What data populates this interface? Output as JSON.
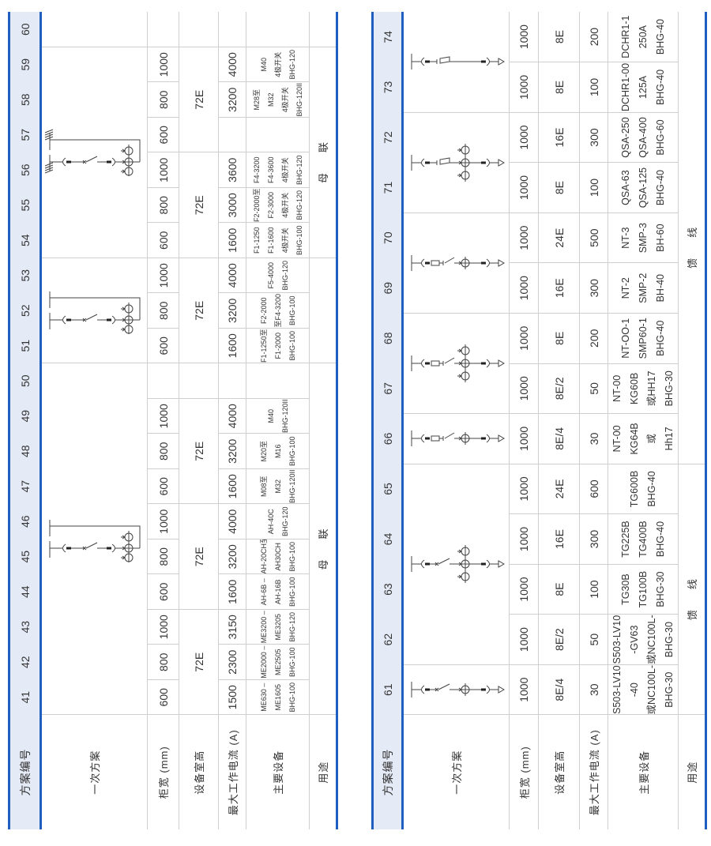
{
  "labels": {
    "scheme_no": "方案编号",
    "primary": "一次方案",
    "width": "柜宽 (mm)",
    "height": "设备室高",
    "current": "最大工作电流 (A)",
    "equipment": "主要设备",
    "usage": "用途"
  },
  "colors": {
    "accent": "#1f5fbf",
    "header_bg": "#e4eaf6",
    "grid": "#cfcfcf"
  },
  "tables": [
    {
      "numbers": [
        "41",
        "42",
        "43",
        "44",
        "45",
        "46",
        "47",
        "48",
        "49",
        "50",
        "51",
        "52",
        "53",
        "54",
        "55",
        "56",
        "57",
        "58",
        "59",
        "60"
      ],
      "primary": [
        {
          "span": 10,
          "diagram": "bus-coupler"
        },
        {
          "span": 3,
          "diagram": "bus-coupler"
        },
        {
          "span": 6,
          "diagram": "bus-coupler-hatched"
        },
        {
          "span": 1,
          "diagram": ""
        }
      ],
      "widths": [
        "600",
        "800",
        "1000",
        "600",
        "800",
        "1000",
        "600",
        "800",
        "1000",
        "",
        "600",
        "800",
        "1000",
        "600",
        "800",
        "1000",
        "600",
        "800",
        "1000",
        ""
      ],
      "heights": [
        {
          "text": "72E",
          "span": 3
        },
        {
          "text": "72E",
          "span": 3
        },
        {
          "text": "72E",
          "span": 3
        },
        {
          "text": "",
          "span": 1
        },
        {
          "text": "72E",
          "span": 3
        },
        {
          "text": "72E",
          "span": 3
        },
        {
          "text": "72E",
          "span": 3
        },
        {
          "text": "",
          "span": 1
        }
      ],
      "currents": [
        "1500",
        "2300",
        "3150",
        "1600",
        "3200",
        "4000",
        "1600",
        "3200",
        "4000",
        "",
        "1600",
        "3200",
        "4000",
        "1600",
        "3000",
        "3600",
        "",
        "3200",
        "4000",
        ""
      ],
      "equipment": [
        [
          "ME630 –",
          "ME1605",
          "BHG-100"
        ],
        [
          "ME2000 –",
          "ME2505",
          "BHG-100"
        ],
        [
          "ME3200 –",
          "ME3205",
          "BHG-120"
        ],
        [
          "AH-6B –",
          "AH-16B",
          "BHG-100"
        ],
        [
          "AH-20CH至",
          "AH30CH",
          "BHG-100"
        ],
        [
          "AH-40C",
          "",
          "BHG-120"
        ],
        [
          "M08至",
          "M32",
          "BHG-120II"
        ],
        [
          "M20至",
          "M16",
          "BHG-100"
        ],
        [
          "M40",
          "",
          "BHG-120II"
        ],
        [],
        [
          "F1-1250至",
          "F1-2000",
          "BHG-100"
        ],
        [
          "F2-2000",
          "至F4-3200",
          "BHG-100"
        ],
        [
          "F5-4000",
          "",
          "BHG-120"
        ],
        [
          "F1-1250",
          "F1-1600",
          "4极开关",
          "BHG-100"
        ],
        [
          "F2-2000至",
          "F2-3000",
          "4极开关",
          "BHG-120"
        ],
        [
          "F4-3200",
          "F4-3600",
          "4极开关",
          "BHG-120"
        ],
        [],
        [
          "M28至",
          "M32",
          "4极开关",
          "BHG-120II"
        ],
        [
          "M40",
          "4极开关",
          "BHG-120"
        ],
        []
      ],
      "usage": [
        {
          "text": "母联",
          "span": 10
        },
        {
          "text": "",
          "span": 3
        },
        {
          "text": "母联",
          "span": 6
        },
        {
          "text": "",
          "span": 1
        }
      ]
    },
    {
      "numbers": [
        "61",
        "62",
        "63",
        "64",
        "65",
        "66",
        "67",
        "68",
        "69",
        "70",
        "71",
        "72",
        "73",
        "74"
      ],
      "primary": [
        {
          "span": 1,
          "diagram": "feeder-breaker-1ct"
        },
        {
          "span": 4,
          "diagram": "feeder-breaker-3ct"
        },
        {
          "span": 1,
          "diagram": "feeder-fuse-1ct"
        },
        {
          "span": 2,
          "diagram": "feeder-fuse-3ct"
        },
        {
          "span": 2,
          "diagram": "feeder-fuse-1ct"
        },
        {
          "span": 2,
          "diagram": "feeder-knife-3ct"
        },
        {
          "span": 2,
          "diagram": "feeder-knife-0ct"
        }
      ],
      "widths": [
        "1000",
        "1000",
        "1000",
        "1000",
        "1000",
        "1000",
        "1000",
        "1000",
        "1000",
        "1000",
        "1000",
        "1000",
        "1000",
        "1000"
      ],
      "heights": [
        {
          "text": "8E/4",
          "span": 1
        },
        {
          "text": "8E/2",
          "span": 1
        },
        {
          "text": "8E",
          "span": 1
        },
        {
          "text": "16E",
          "span": 1
        },
        {
          "text": "24E",
          "span": 1
        },
        {
          "text": "8E/4",
          "span": 1
        },
        {
          "text": "8E/2",
          "span": 1
        },
        {
          "text": "8E",
          "span": 1
        },
        {
          "text": "16E",
          "span": 1
        },
        {
          "text": "24E",
          "span": 1
        },
        {
          "text": "8E",
          "span": 1
        },
        {
          "text": "16E",
          "span": 1
        },
        {
          "text": "8E",
          "span": 1
        },
        {
          "text": "8E",
          "span": 1
        }
      ],
      "currents": [
        "30",
        "50",
        "100",
        "300",
        "600",
        "30",
        "50",
        "200",
        "300",
        "500",
        "100",
        "300",
        "100",
        "200"
      ],
      "equipment": [
        [
          "S503-LV10",
          "-40",
          "或NC100L-",
          "BHG-30"
        ],
        [
          "S503-LV10",
          "-GV63",
          "或NC100L-",
          "BHG-30"
        ],
        [
          "TG30B",
          "TG100B",
          "BHG-30"
        ],
        [
          "TG225B",
          "TG400B",
          "BHG-40"
        ],
        [
          "TG600B",
          "BHG-40"
        ],
        [
          "NT-00",
          "KG64B",
          "或",
          "Hh17"
        ],
        [
          "NT-00",
          "KG60B",
          "或HH17",
          "BHG-30"
        ],
        [
          "NT-OO-1",
          "SMP60-1",
          "BHG-40"
        ],
        [
          "NT-2",
          "SMP-2",
          "BH-40"
        ],
        [
          "NT-3",
          "SMP-3",
          "BH-60"
        ],
        [
          "QSA-63",
          "QSA-125",
          "BHG-40"
        ],
        [
          "QSA-250",
          "QSA-400",
          "BHG-60"
        ],
        [
          "DCHR1-00",
          "125A",
          "BHG-40"
        ],
        [
          "DCHR1-1",
          "250A",
          "BHG-40"
        ]
      ],
      "usage": [
        {
          "text": "馈线",
          "span": 5
        },
        {
          "text": "馈线",
          "span": 9
        }
      ]
    }
  ]
}
